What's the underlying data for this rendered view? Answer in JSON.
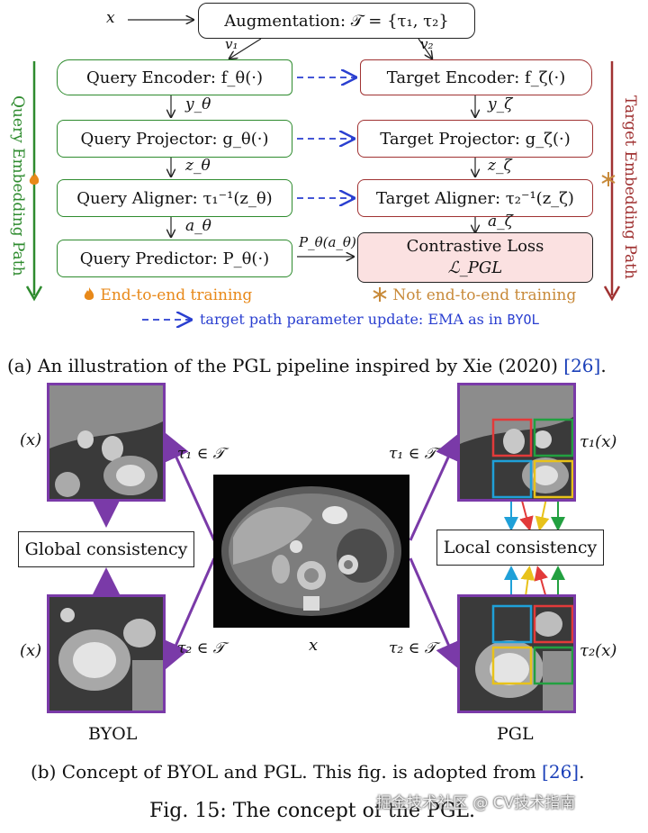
{
  "colors": {
    "query_green": "#2e8b2e",
    "target_red": "#a03232",
    "ema_blue": "#2a3fd0",
    "training_orange": "#e8891a",
    "frame_purple": "#7a3aa8",
    "loss_fill": "#fbe1e1",
    "ref_blue": "#1a3fb8"
  },
  "pipeline": {
    "input_x": "x",
    "augmentation": "Augmentation: 𝒯 = {τ₁, τ₂}",
    "v1": "v₁",
    "v2": "v₂",
    "query_encoder": "Query Encoder: f_θ(·)",
    "target_encoder": "Target Encoder: f_ζ(·)",
    "y_theta": "y_θ",
    "y_zeta": "y_ζ",
    "query_projector": "Query Projector: g_θ(·)",
    "target_projector": "Target Projector: g_ζ(·)",
    "z_theta": "z_θ",
    "z_zeta": "z_ζ",
    "query_aligner": "Query Aligner: τ₁⁻¹(z_θ)",
    "target_aligner": "Target Aligner: τ₂⁻¹(z_ζ)",
    "a_theta": "a_θ",
    "a_zeta": "a_ζ",
    "query_predictor": "Query Predictor: P_θ(·)",
    "predictor_output": "P_θ(a_θ)",
    "loss_title": "Contrastive Loss",
    "loss_symbol": "ℒ_PGL",
    "query_path": "Query Embedding Path",
    "target_path": "Target Embedding Path",
    "legend_e2e": "End-to-end training",
    "legend_not_e2e": "Not end-to-end training",
    "legend_ema_prefix": "target path parameter update: EMA as in ",
    "legend_ema_code": "BYOL",
    "icons": {
      "fire": "fire-icon",
      "snowflake": "snowflake-icon",
      "dashed_arrow": "dashed-arrow-icon"
    }
  },
  "caption_a": {
    "text": "(a) An illustration of the PGL pipeline inspired by Xie (2020) ",
    "ref": "[26]",
    "end": "."
  },
  "concept": {
    "x_left_top": "(x)",
    "x_left_bottom": "(x)",
    "tau1_left": "τ₁ ∈ 𝒯",
    "tau2_left": "τ₂ ∈ 𝒯",
    "tau1_right": "τ₁ ∈ 𝒯",
    "tau2_right": "τ₂ ∈ 𝒯",
    "tau1_x": "τ₁(x)",
    "tau2_x": "τ₂(x)",
    "x_center": "x",
    "global_consistency": "Global consistency",
    "local_consistency": "Local consistency",
    "byol": "BYOL",
    "pgl": "PGL"
  },
  "caption_b": {
    "text": "(b) Concept of BYOL and PGL. This fig. is adopted from ",
    "ref": "[26]",
    "end": "."
  },
  "fig_caption": "Fig. 15: The concept of the PGL.",
  "watermark": "掘金技术社区 @ CV技术指南"
}
